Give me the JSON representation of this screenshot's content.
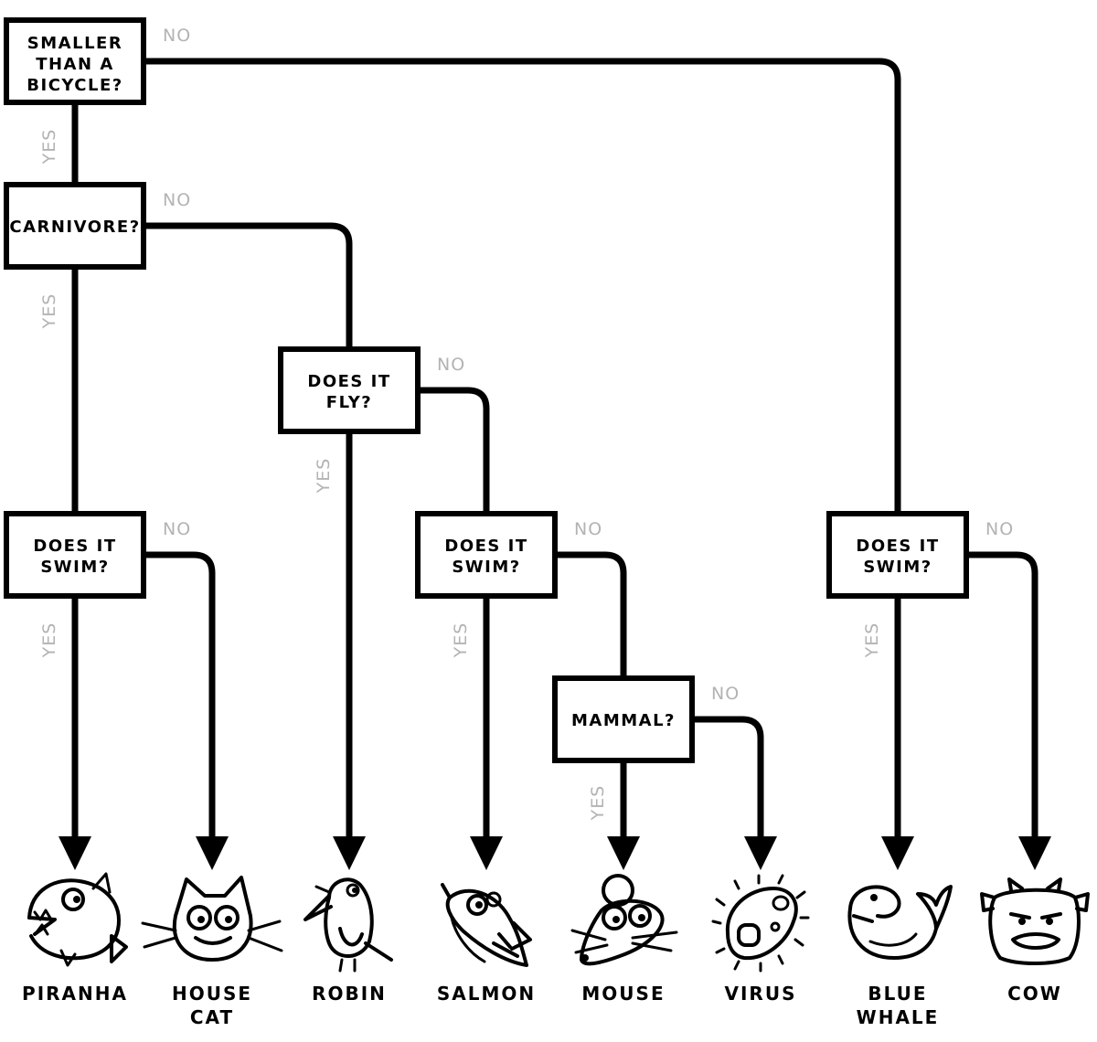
{
  "colors": {
    "line": "#000000",
    "branch_label": "#b3b3b3",
    "background": "#ffffff"
  },
  "branch_labels": {
    "yes": "YES",
    "no": "NO"
  },
  "questions": {
    "q1": [
      "SMALLER",
      "THAN A",
      "BICYCLE?"
    ],
    "q2": [
      "CARNIVORE?"
    ],
    "q3": [
      "DOES IT",
      "SWIM?"
    ],
    "q4": [
      "DOES IT",
      "FLY?"
    ],
    "q5": [
      "DOES IT",
      "SWIM?"
    ],
    "q6": [
      "MAMMAL?"
    ],
    "q7": [
      "DOES IT",
      "SWIM?"
    ]
  },
  "leaves": {
    "piranha": [
      "PIRANHA"
    ],
    "house_cat": [
      "HOUSE",
      "CAT"
    ],
    "robin": [
      "ROBIN"
    ],
    "salmon": [
      "SALMON"
    ],
    "mouse": [
      "MOUSE"
    ],
    "virus": [
      "VIRUS"
    ],
    "blue_whale": [
      "BLUE",
      "WHALE"
    ],
    "cow": [
      "COW"
    ]
  },
  "icons": {
    "piranha": "piranha-icon",
    "house_cat": "cat-icon",
    "robin": "robin-icon",
    "salmon": "salmon-icon",
    "mouse": "mouse-icon",
    "virus": "virus-icon",
    "blue_whale": "whale-icon",
    "cow": "cow-icon"
  }
}
